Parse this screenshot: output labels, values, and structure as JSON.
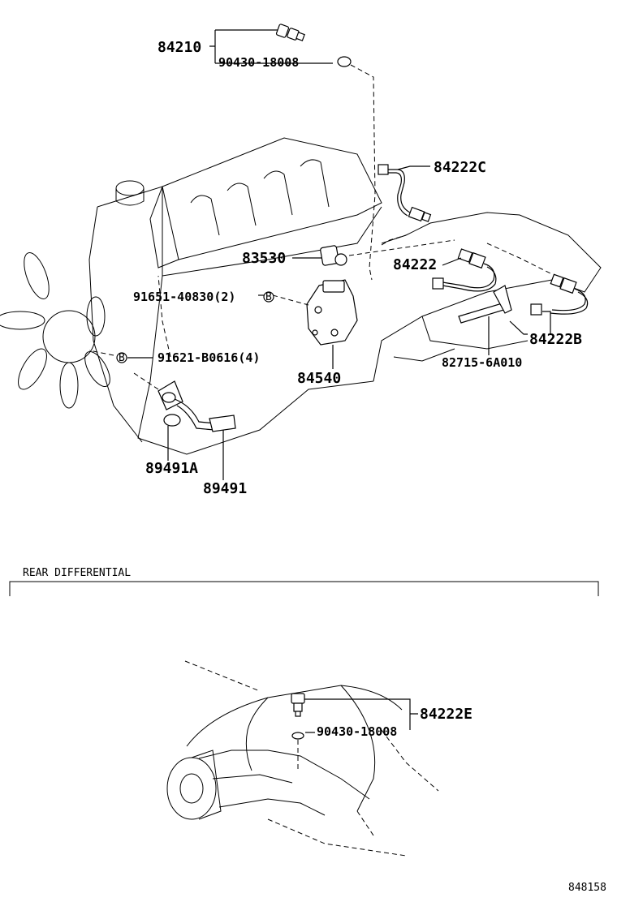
{
  "parts": {
    "p84210": "84210",
    "p90430_top": "90430-18008",
    "p84222C": "84222C",
    "p83530": "83530",
    "p84222": "84222",
    "p91651": "91651-40830(2)",
    "p91621": "91621-B0616(4)",
    "p84540": "84540",
    "p84222B": "84222B",
    "p82715": "82715-6A010",
    "p89491A": "89491A",
    "p89491": "89491",
    "p84222E": "84222E",
    "p90430_bottom": "90430-18008"
  },
  "markers": {
    "bolt_b1": "B",
    "bolt_b2": "B"
  },
  "section": {
    "rear_differential": "REAR DIFFERENTIAL"
  },
  "footer": {
    "diagram_code": "848158"
  }
}
